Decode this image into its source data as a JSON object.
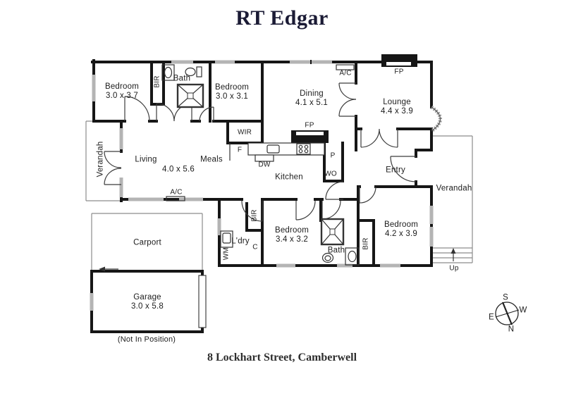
{
  "title": "RT Edgar",
  "address": "8 Lockhart Street, Camberwell",
  "rooms": {
    "bedroom1": {
      "name": "Bedroom",
      "dims": "3.0 x 3.7"
    },
    "bedroom2": {
      "name": "Bedroom",
      "dims": "3.0 x 3.1"
    },
    "bedroom3": {
      "name": "Bedroom",
      "dims": "3.4 x 3.2"
    },
    "bedroom4": {
      "name": "Bedroom",
      "dims": "4.2 x 3.9"
    },
    "dining": {
      "name": "Dining",
      "dims": "4.1 x 5.1"
    },
    "lounge": {
      "name": "Lounge",
      "dims": "4.4 x 3.9"
    },
    "living": {
      "name": "Living"
    },
    "meals": {
      "name": "Meals"
    },
    "living_meals_dims": "4.0 x 5.6",
    "kitchen": {
      "name": "Kitchen"
    },
    "entry": {
      "name": "Entry"
    },
    "bath": {
      "name": "Bath"
    },
    "laundry": {
      "name": "L'dry"
    },
    "garage": {
      "name": "Garage",
      "dims": "3.0 x 5.8"
    },
    "carport": {
      "name": "Carport"
    },
    "verandah": {
      "name": "Verandah"
    }
  },
  "fixtures": {
    "bir": "BIR",
    "wir": "WIR",
    "fridge": "F",
    "dishwasher": "DW",
    "pantry": "P",
    "wall_oven": "WO",
    "fireplace": "FP",
    "air_conditioner": "A/C",
    "washing_machine": "WM",
    "cupboard": "C",
    "up": "Up"
  },
  "notes": {
    "garage_note": "(Not In Position)"
  },
  "compass": {
    "north": "N",
    "south": "S",
    "east": "E",
    "west": "W"
  },
  "colors": {
    "wall": "#161616",
    "window": "#b4b4b4",
    "brand_text": "#1b1b35",
    "label_text": "#1c1c1c"
  }
}
